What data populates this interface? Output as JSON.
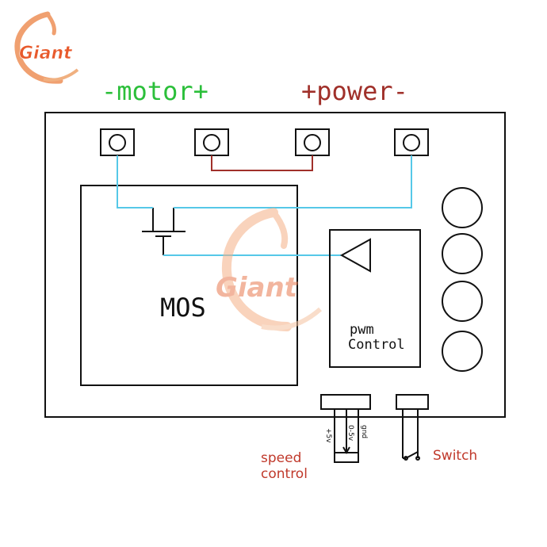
{
  "brand": {
    "name": "Giant",
    "color": "#e85a2c"
  },
  "header": {
    "motor_label": "-motor+",
    "motor_color": "#2bbf3a",
    "power_label": "+power-",
    "power_color": "#a0302a"
  },
  "board": {
    "mos_label": "MOS",
    "pwm_label_line1": "pwm",
    "pwm_label_line2": "Control"
  },
  "connectors": {
    "pot_pins": [
      "+5v",
      "0-5v",
      "gnd"
    ],
    "speed_label_line1": "speed",
    "speed_label_line2": "control",
    "switch_label": "Switch",
    "label_color": "#c0392b"
  },
  "wire_colors": {
    "signal": "#55c8e8",
    "bridge": "#a0302a"
  }
}
